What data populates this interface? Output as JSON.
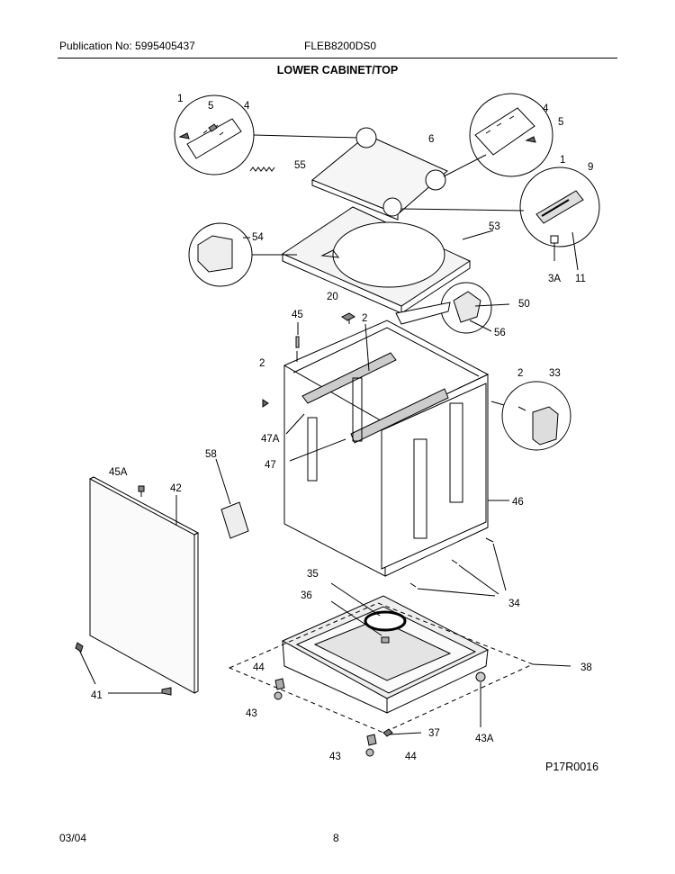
{
  "header": {
    "publication": "Publication No: 5995405437",
    "model": "FLEB8200DS0",
    "title": "LOWER CABINET/TOP"
  },
  "callouts": {
    "c1a": "1",
    "c5a": "5",
    "c4a": "4",
    "c6": "6",
    "c55": "55",
    "c4b": "4",
    "c5b": "5",
    "c1b": "1",
    "c9": "9",
    "c54": "54",
    "c53": "53",
    "c3a": "3A",
    "c11": "11",
    "c20": "20",
    "c50": "50",
    "c56": "56",
    "c45": "45",
    "c2a": "2",
    "c2b": "2",
    "c2c": "2",
    "c33": "33",
    "c47a": "47A",
    "c47": "47",
    "c58": "58",
    "c45a": "45A",
    "c42": "42",
    "c46": "46",
    "c35": "35",
    "c36": "36",
    "c34": "34",
    "c38": "38",
    "c44a": "44",
    "c43a": "43",
    "c41": "41",
    "c37": "37",
    "c43b": "43",
    "c44b": "44",
    "c43A": "43A"
  },
  "diagram_ref": "P17R0016",
  "footer": {
    "date": "03/04",
    "page": "8"
  }
}
